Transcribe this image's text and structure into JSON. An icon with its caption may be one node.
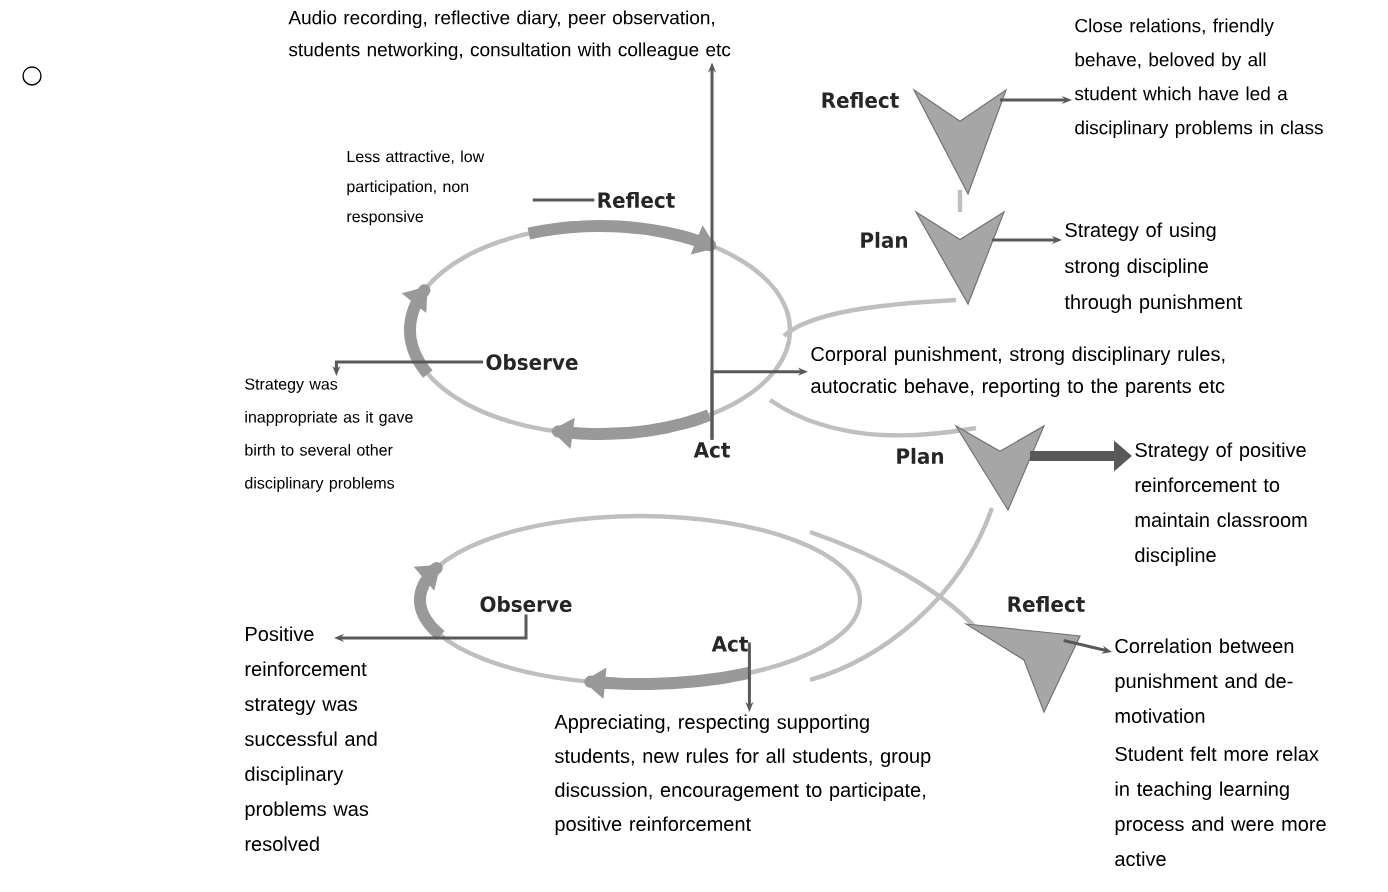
{
  "diagram": {
    "nodes": [
      {
        "text": [
          "Reflect"
        ]
      },
      {
        "text": [
          "Plan"
        ]
      },
      {
        "text": [
          "Reflect"
        ]
      },
      {
        "text": [
          "Observe"
        ]
      },
      {
        "text": [
          "Act"
        ]
      },
      {
        "text": [
          "Plan"
        ]
      },
      {
        "text": [
          "Observe"
        ]
      },
      {
        "text": [
          "Act"
        ]
      },
      {
        "text": [
          "Reflect"
        ]
      },
      {
        "text": [
          "Audio recording, reflective diary, peer observation, students networking, consultation with colleague etc"
        ]
      },
      {
        "text": [
          "Close relations, friendly behave, beloved by all student which have led a disciplinary problems in class"
        ]
      },
      {
        "text": [
          "Strategy of using strong discipline through punishment"
        ]
      },
      {
        "text": [
          "Less attractive, low participation, non responsive"
        ]
      },
      {
        "text": [
          "Strategy was inappropriate as it gave birth to several other disciplinary problems"
        ]
      },
      {
        "text": [
          "Corporal punishment, strong disciplinary rules, autocratic behave, reporting to the parents etc"
        ]
      },
      {
        "text": [
          "Strategy of positive reinforcement to maintain classroom discipline"
        ]
      },
      {
        "text": [
          "Positive reinforcement strategy was successful and disciplinary problems was resolved"
        ]
      },
      {
        "text": [
          "Appreciating, respecting supporting students, new rules for all students, group discussion, encouragement to participate, positive reinforcement"
        ]
      },
      {
        "text": [
          "Correlation between punishment and de-motivation"
        ]
      }
    ],
    "edges": [
      {
        "from": 0,
        "to": 10,
        "arrow": "to"
      },
      {
        "from": 1,
        "to": 11,
        "arrow": "to"
      },
      {
        "from": 2,
        "to": 12,
        "arrow": "none"
      },
      {
        "from": 3,
        "to": 13,
        "arrow": "to"
      },
      {
        "from": 4,
        "to": 9,
        "arrow": "to"
      },
      {
        "from": 4,
        "to": 14,
        "arrow": "to"
      },
      {
        "from": 5,
        "to": 15,
        "arrow": "to",
        "style": "thick"
      },
      {
        "from": 6,
        "to": 16,
        "arrow": "to"
      },
      {
        "from": 7,
        "to": 17,
        "arrow": "to"
      },
      {
        "from": 8,
        "to": 18,
        "arrow": "to"
      }
    ],
    "labels": [
      "Student felt more relax in teaching learning process and were more active"
    ]
  }
}
